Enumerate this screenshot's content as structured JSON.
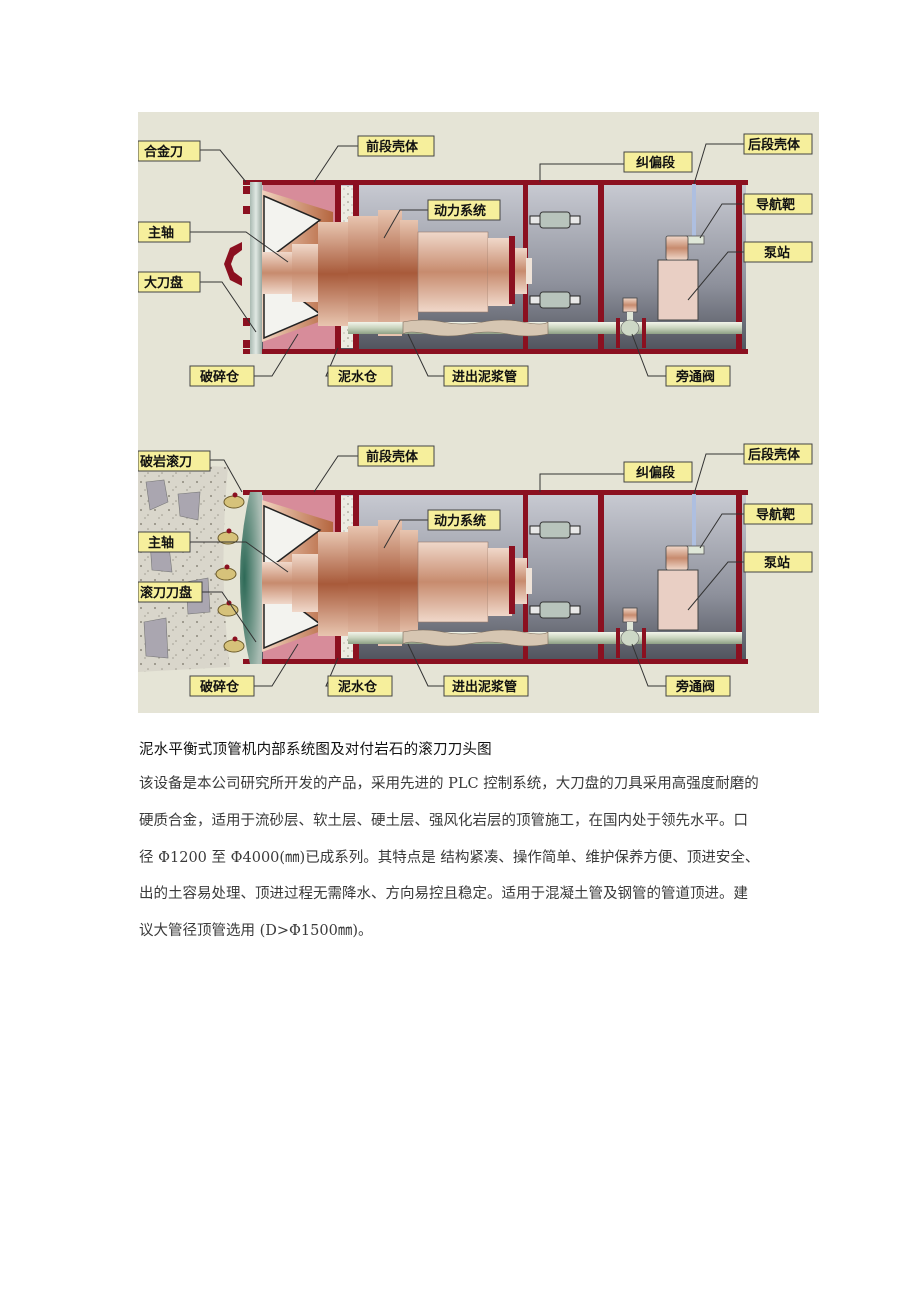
{
  "figure": {
    "top_diagram": {
      "labels": {
        "alloy_cutter": "合金刀",
        "front_shell": "前段壳体",
        "correction_section": "纠偏段",
        "rear_shell": "后段壳体",
        "main_shaft": "主轴",
        "power_system": "动力系统",
        "nav_target": "导航靶",
        "big_cutterhead": "大刀盘",
        "pump_station": "泵站",
        "crushing_chamber": "破碎仓",
        "mud_chamber": "泥水仓",
        "slurry_pipe": "进出泥浆管",
        "bypass_valve": "旁通阀"
      }
    },
    "bottom_diagram": {
      "labels": {
        "rock_roller_cutter": "破岩滚刀",
        "front_shell": "前段壳体",
        "correction_section": "纠偏段",
        "rear_shell": "后段壳体",
        "main_shaft": "主轴",
        "power_system": "动力系统",
        "nav_target": "导航靶",
        "roller_cutterhead": "滚刀刀盘",
        "pump_station": "泵站",
        "crushing_chamber": "破碎仓",
        "mud_chamber": "泥水仓",
        "slurry_pipe": "进出泥浆管",
        "bypass_valve": "旁通阀"
      }
    },
    "colors": {
      "background": "#e5e4d6",
      "shell_red": "#8b1020",
      "label_fill": "#f6ef9c",
      "copper": "#c47a55",
      "chamber_gray": "#8c8f99"
    }
  },
  "caption": "泥水平衡式顶管机内部系统图及对付岩石的滚刀刀头图",
  "body": {
    "lines": [
      "该设备是本公司研究所开发的产品，采用先进的 PLC 控制系统，大刀盘的刀具采用高强度耐磨的",
      "硬质合金，适用于流砂层、软土层、硬土层、强风化岩层的顶管施工，在国内处于领先水平。口",
      "径 Φ1200 至 Φ4000(㎜)已成系列。其特点是 结构紧凑、操作简单、维护保养方便、顶进安全、",
      "出的土容易处理、顶进过程无需降水、方向易控且稳定。适用于混凝土管及钢管的管道顶进。建",
      "议大管径顶管选用 (D>Φ1500㎜)。"
    ]
  }
}
